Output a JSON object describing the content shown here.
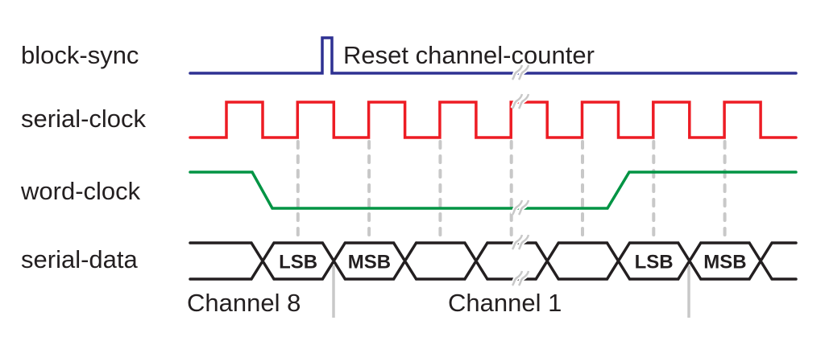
{
  "diagram": {
    "type": "timing-diagram",
    "signals": [
      {
        "id": "block-sync",
        "label": "block-sync",
        "color": "#2e3192"
      },
      {
        "id": "serial-clock",
        "label": "serial-clock",
        "color": "#ed1c24"
      },
      {
        "id": "word-clock",
        "label": "word-clock",
        "color": "#009444"
      },
      {
        "id": "serial-data",
        "label": "serial-data",
        "color": "#231f20"
      }
    ],
    "annotations": {
      "block_sync_note": "Reset channel-counter",
      "channel_start_label": "Channel 8",
      "channel_next_label": "Channel 1"
    },
    "data_words": [
      {
        "slot": 1,
        "label": "LSB"
      },
      {
        "slot": 2,
        "label": "MSB"
      },
      {
        "slot": 3,
        "label": ""
      },
      {
        "slot": 4,
        "label": ""
      },
      {
        "slot": 5,
        "label": ""
      },
      {
        "slot": 6,
        "label": "LSB"
      },
      {
        "slot": 7,
        "label": "MSB"
      }
    ],
    "clock_cycles": 8,
    "guide_color": "#c8c8c8"
  }
}
